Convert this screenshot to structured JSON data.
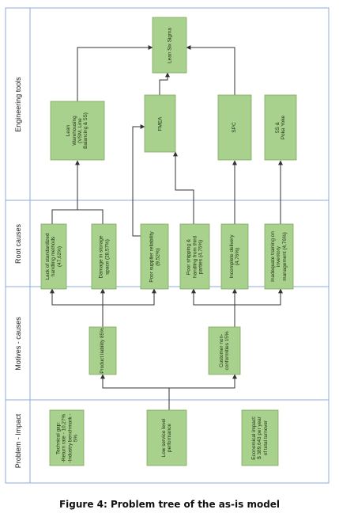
{
  "caption": "Figure 4: Problem tree of the as-is model",
  "bands": {
    "engineering": "Engineering tools",
    "root": "Root causes",
    "motives": "Motives - causes",
    "problem": "Problem - Impact"
  },
  "boxes": {
    "lean_six_sigma": "Lean Six Sigma",
    "lean_warehousing": "Lean\nWarehousing\n(VSM, Line\nBalancing & 5S)",
    "fmea": "FMEA",
    "spc": "SPC",
    "ss_poka_yoke": "5S &\nPoka Yoke",
    "lack_standardized": "Lack of standardized\nhandling methods\n(47,62%)",
    "damage_storage": "Damage in storage\nspace (28,57%)",
    "poor_supplier": "Poor supplier reliability\n(9,52%)",
    "poor_shipping": "Poor shipping &\nhandling from third\nparties (4,76%)",
    "incomplete_delivery": "Incomplete delivery\n(4,76%)",
    "inadequate_training": "Inadequate training on\ninventory\nmanagement (4,76%)",
    "product_liability": "Product liability 85%",
    "customer_nonconf": "Customer non-\nconformities 15%",
    "technical_gap": "Technical gap:\n-Return rate - 10,27%\n-Industry benchmark - 5%",
    "low_service": "Low service level\nperformance",
    "economical_impact": "Economical impact:\n$ 389,643 per year\nof total turnover"
  },
  "colors": {
    "box_fill": "#a9d18e",
    "box_stroke": "#7fa85f",
    "band_stroke": "#8eaadb",
    "arrow": "#333333"
  }
}
